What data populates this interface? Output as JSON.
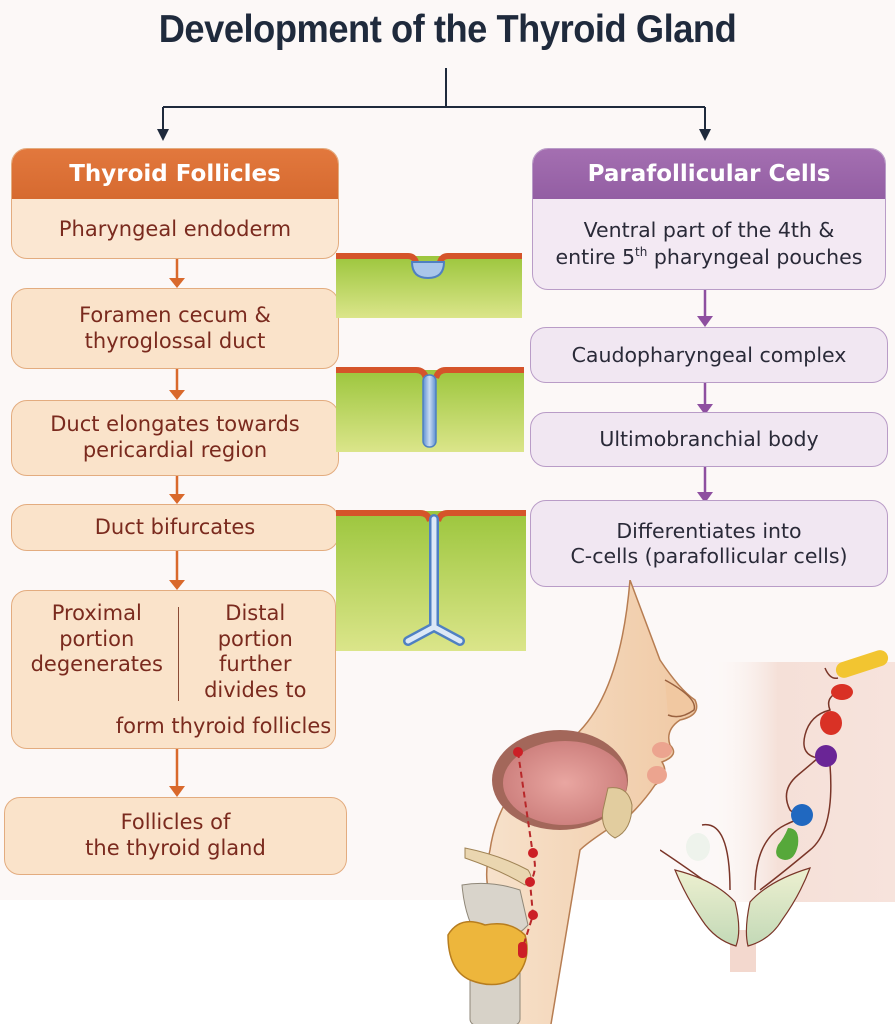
{
  "title": "Development of the Thyroid Gland",
  "colors": {
    "title": "#1f2a3c",
    "orange_header": "#dc7036",
    "orange_box": "#fae3ca",
    "orange_text": "#7a2a1e",
    "purple_header": "#9b65aa",
    "purple_box": "#f1e7f2",
    "purple_arrow": "#8e4fa0",
    "orange_arrow": "#d9692c"
  },
  "left_branch": {
    "header": "Thyroid Follicles",
    "steps": [
      {
        "lines": [
          "Pharyngeal endoderm"
        ]
      },
      {
        "lines": [
          "Foramen cecum &",
          "thyroglossal duct"
        ]
      },
      {
        "lines": [
          "Duct elongates towards",
          "pericardial region"
        ]
      },
      {
        "lines": [
          "Duct bifurcates"
        ]
      },
      {
        "split": {
          "left": [
            "Proximal",
            "portion",
            "degenerates"
          ],
          "right": [
            "Distal",
            "portion",
            "further",
            "divides to"
          ],
          "footer": "form thyroid follicles"
        }
      },
      {
        "lines": [
          "Follicles of",
          "the thyroid gland"
        ]
      }
    ]
  },
  "right_branch": {
    "header": "Parafollicular Cells",
    "steps": [
      {
        "line1": "Ventral part of the 4th &",
        "line2_pre": "entire 5",
        "line2_sup": "th",
        "line2_post": " pharyngeal pouches"
      },
      {
        "lines": [
          "Caudopharyngeal complex"
        ]
      },
      {
        "lines": [
          "Ultimobranchial body"
        ]
      },
      {
        "lines": [
          "Differentiates into",
          "C-cells (parafollicular cells)"
        ]
      }
    ]
  },
  "illustrations": {
    "tissue_stages": [
      "pit-invagination",
      "duct-elongation",
      "duct-bifurcation"
    ],
    "head_sagittal": "thyroid-descent-path",
    "pouch_diagram": "pharyngeal-pouches"
  }
}
